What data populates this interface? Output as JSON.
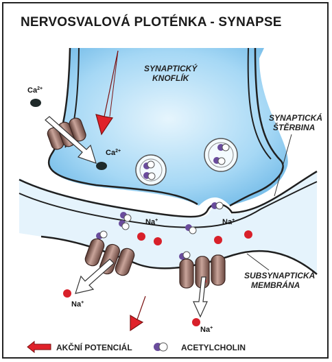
{
  "title": "NERVOSVALOVÁ PLOTÉNKA - SYNAPSE",
  "labels": {
    "knoflik_line1": "SYNAPTICKÝ",
    "knoflik_line2": "KNOFLÍK",
    "sterbina_line1": "SYNAPTICKÁ",
    "sterbina_line2": "ŠTĚRBINA",
    "membrana_line1": "SUBSYNAPTICKÁ",
    "membrana_line2": "MEMBRÁNA"
  },
  "ions": {
    "ca": "Ca",
    "ca_charge": "2+",
    "na": "Na",
    "na_charge": "+"
  },
  "legend": {
    "akcni": "AKČNÍ POTENCIÁL",
    "acetylcholin": "ACETYLCHOLIN"
  },
  "colors": {
    "fluid": "#8fcbef",
    "fluid_light": "#d2ecfa",
    "arrow_red": "#e0222a",
    "sodium": "#d8202a",
    "acetyl_purple": "#6a4c9c",
    "channel": "#8a6458",
    "membrane_line": "#222222"
  }
}
